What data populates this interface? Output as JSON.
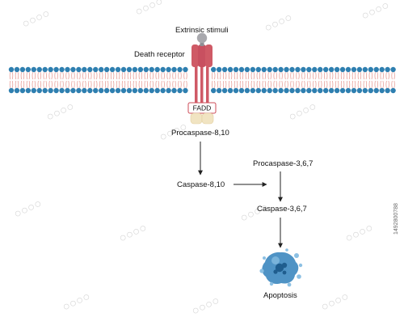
{
  "labels": {
    "extrinsic_stimuli": "Extrinsic stimuli",
    "death_receptor": "Death receptor",
    "fadd": "FADD",
    "procaspase_8_10": "Procaspase-8,10",
    "caspase_8_10": "Caspase-8,10",
    "procaspase_3_6_7": "Procaspase-3,6,7",
    "caspase_3_6_7": "Caspase-3,6,7",
    "apoptosis": "Apoptosis"
  },
  "watermark_id": "1492800788",
  "colors": {
    "lipid_head": "#2e7fb0",
    "lipid_tail": "#e8a09a",
    "receptor": "#cf5a66",
    "receptor_dark": "#b84a56",
    "stimulus": "#a8a8ad",
    "fadd_fill": "#f1e4c2",
    "fadd_stroke": "#cc4b57",
    "cell": "#4f93c5",
    "cell_light": "#8cc0e3",
    "cell_core": "#1f5d8e",
    "arrow": "#222222"
  }
}
